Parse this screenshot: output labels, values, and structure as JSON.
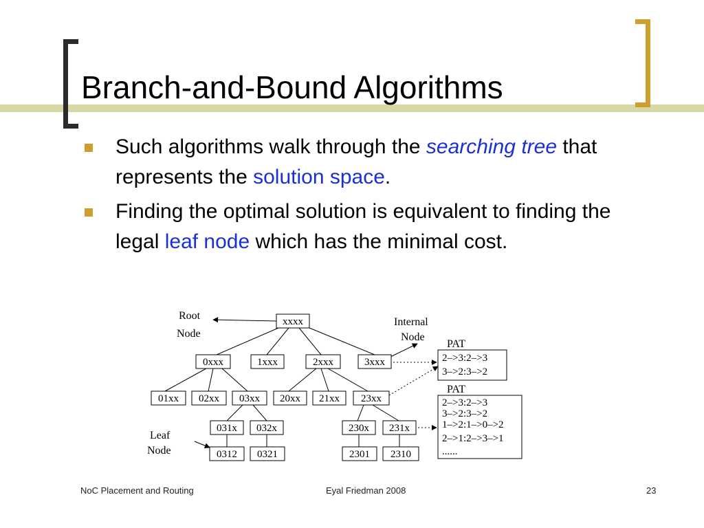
{
  "slide": {
    "title": "Branch-and-Bound Algorithms",
    "bullets": [
      {
        "t1": "Such algorithms walk through the ",
        "h1": "searching tree",
        "t2": " that represents the ",
        "h2": "solution space",
        "t3": "."
      },
      {
        "t1": "Finding the optimal solution is equivalent to finding the legal ",
        "h1": "leaf node",
        "t2": " which has the minimal cost."
      }
    ]
  },
  "diagram": {
    "root_label_1": "Root",
    "root_label_2": "Node",
    "internal_label_1": "Internal",
    "internal_label_2": "Node",
    "leaf_label_1": "Leaf",
    "leaf_label_2": "Node",
    "nodes": {
      "root": "xxxx",
      "n0xxx": "0xxx",
      "n1xxx": "1xxx",
      "n2xxx": "2xxx",
      "n3xxx": "3xxx",
      "n01xx": "01xx",
      "n02xx": "02xx",
      "n03xx": "03xx",
      "n20xx": "20xx",
      "n21xx": "21xx",
      "n23xx": "23xx",
      "n031x": "031x",
      "n032x": "032x",
      "n230x": "230x",
      "n231x": "231x",
      "n0312": "0312",
      "n0321": "0321",
      "n2301": "2301",
      "n2310": "2310"
    },
    "pat1": {
      "title": "PAT",
      "lines": [
        "2–>3:2–>3",
        "3–>2:3–>2"
      ]
    },
    "pat2": {
      "title": "PAT",
      "lines": [
        "2–>3:2–>3",
        "3–>2:3–>2",
        "1–>2:1–>0–>2",
        "2–>1:2–>3–>1",
        "......"
      ]
    }
  },
  "footer": {
    "left": "NoC Placement and Routing",
    "center": "Eyal Friedman 2008",
    "page": "23"
  },
  "colors": {
    "accent_gold": "#cc9e2e",
    "band": "#d8d8a6",
    "highlight_blue": "#1a2fd6"
  }
}
